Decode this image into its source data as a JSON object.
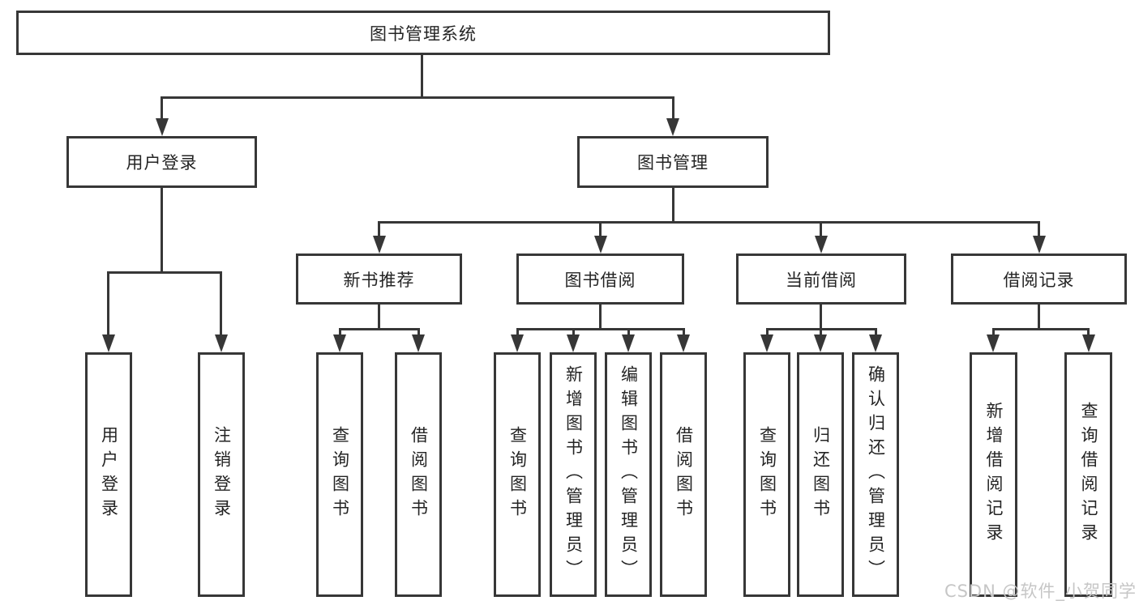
{
  "diagram": {
    "root": {
      "label": "图书管理系统",
      "children": [
        {
          "label": "用户登录",
          "children": [
            {
              "label": "用户登录"
            },
            {
              "label": "注销登录"
            }
          ]
        },
        {
          "label": "图书管理",
          "children": [
            {
              "label": "新书推荐",
              "children": [
                {
                  "label": "查询图书"
                },
                {
                  "label": "借阅图书"
                }
              ]
            },
            {
              "label": "图书借阅",
              "children": [
                {
                  "label": "查询图书"
                },
                {
                  "label": "新增图书（管理员）"
                },
                {
                  "label": "编辑图书（管理员）"
                },
                {
                  "label": "借阅图书"
                }
              ]
            },
            {
              "label": "当前借阅",
              "children": [
                {
                  "label": "查询图书"
                },
                {
                  "label": "归还图书"
                },
                {
                  "label": "确认归还（管理员）"
                }
              ]
            },
            {
              "label": "借阅记录",
              "children": [
                {
                  "label": "新增借阅记录"
                },
                {
                  "label": "查询借阅记录"
                }
              ]
            }
          ]
        }
      ]
    }
  },
  "watermark": "CSDN @软件_小贺同学",
  "colors": {
    "line": "#373737",
    "text": "#242424",
    "watermark": "#c6c6c6",
    "background": "#ffffff"
  }
}
